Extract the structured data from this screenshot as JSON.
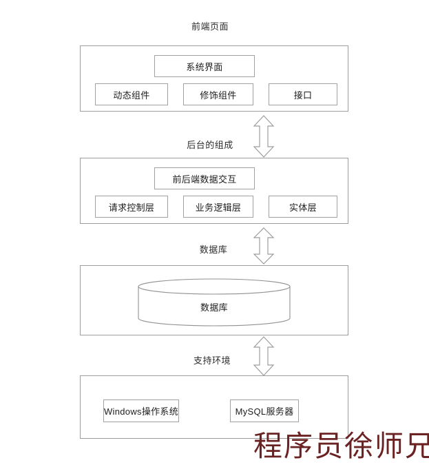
{
  "diagram": {
    "title_labels": [
      {
        "id": "frontend",
        "text": "前端页面"
      },
      {
        "id": "backend",
        "text": "后台的组成"
      },
      {
        "id": "database",
        "text": "数据库"
      },
      {
        "id": "environment",
        "text": "支持环境"
      }
    ],
    "layers": [
      {
        "id": "frontend-layer",
        "label": "前端页面",
        "primary_node": "系统界面",
        "nodes": [
          "动态组件",
          "修饰组件",
          "接口"
        ]
      },
      {
        "id": "backend-layer",
        "label": "后台的组成",
        "primary_node": "前后端数据交互",
        "nodes": [
          "请求控制层",
          "业务逻辑层",
          "实体层"
        ]
      },
      {
        "id": "database-layer",
        "label": "数据库",
        "cylinder_label": "数据库",
        "nodes": []
      },
      {
        "id": "environment-layer",
        "label": "支持环境",
        "nodes": [
          "Windows操作系统",
          "MySQL服务器"
        ]
      }
    ],
    "connectors": [
      {
        "id": "connector-frontend-backend",
        "type": "double-arrow-vertical"
      },
      {
        "id": "connector-backend-database",
        "type": "double-arrow-vertical"
      },
      {
        "id": "connector-database-environment",
        "type": "double-arrow-vertical"
      },
      {
        "id": "connector-environment-bottom",
        "type": "double-arrow-vertical"
      }
    ],
    "watermark": "程序员徐师兄",
    "colors": {
      "background": "#ffffff",
      "box_border": "#9c9c9c",
      "node_border": "#a0a0a0",
      "text": "#1c1c1c",
      "watermark": "#6b2222",
      "arrow_stroke": "#9c9c9c"
    }
  }
}
